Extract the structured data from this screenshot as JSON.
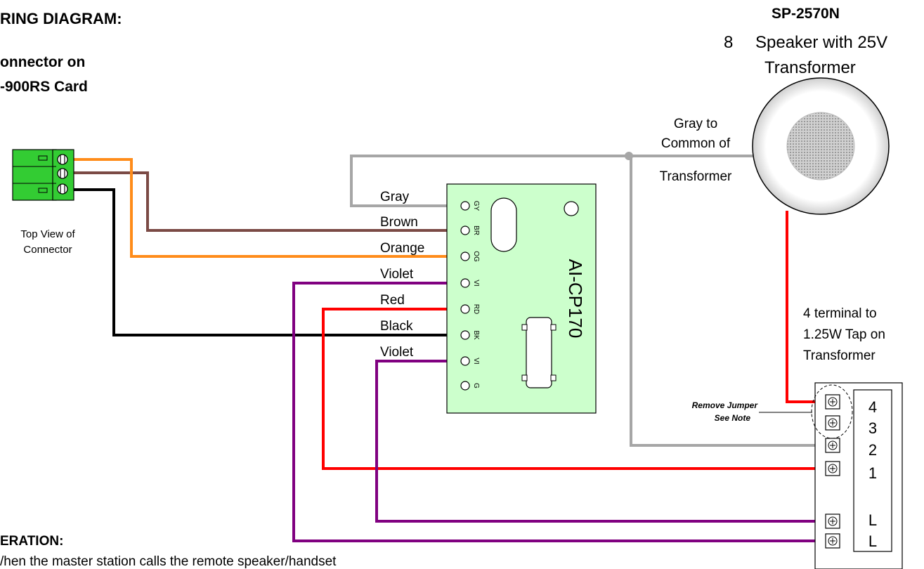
{
  "headings": {
    "wiring_title": "RING DIAGRAM:",
    "connector_line1": "onnector on",
    "connector_line2": "-900RS Card",
    "operation_title": "ERATION:",
    "operation_text": "/hen the master station calls the remote speaker/handset"
  },
  "connector": {
    "caption_line1": "Top View of",
    "caption_line2": "Connector"
  },
  "speaker": {
    "model": "SP-2570N",
    "desc_line1_num": "8",
    "desc_line1_text": "Speaker with 25V",
    "desc_line2": "Transformer",
    "gray_note_line1": "Gray to",
    "gray_note_line2": "Common of",
    "gray_note_line3": "Transformer"
  },
  "module": {
    "name": "AI-CP170",
    "pins": [
      "GY",
      "BR",
      "OG",
      "VI",
      "RD",
      "BK",
      "VI",
      "G"
    ]
  },
  "wire_labels": [
    "Gray",
    "Brown",
    "Orange",
    "Violet",
    "Red",
    "Black",
    "Violet"
  ],
  "wire_colors": {
    "gray": "#a6a6a6",
    "brown": "#7b4a45",
    "orange": "#ff8c1a",
    "violet": "#800080",
    "red": "#ff0000",
    "black": "#000000",
    "module_green": "#ccffcc",
    "connector_green": "#33cc33"
  },
  "terminal_block": {
    "note_line1": "4 terminal to",
    "note_line2": "1.25W Tap on",
    "note_line3": "Transformer",
    "jumper_line1": "Remove Jumper",
    "jumper_line2": "See Note",
    "terminals": [
      "4",
      "3",
      "2",
      "1",
      "L",
      "L"
    ]
  }
}
